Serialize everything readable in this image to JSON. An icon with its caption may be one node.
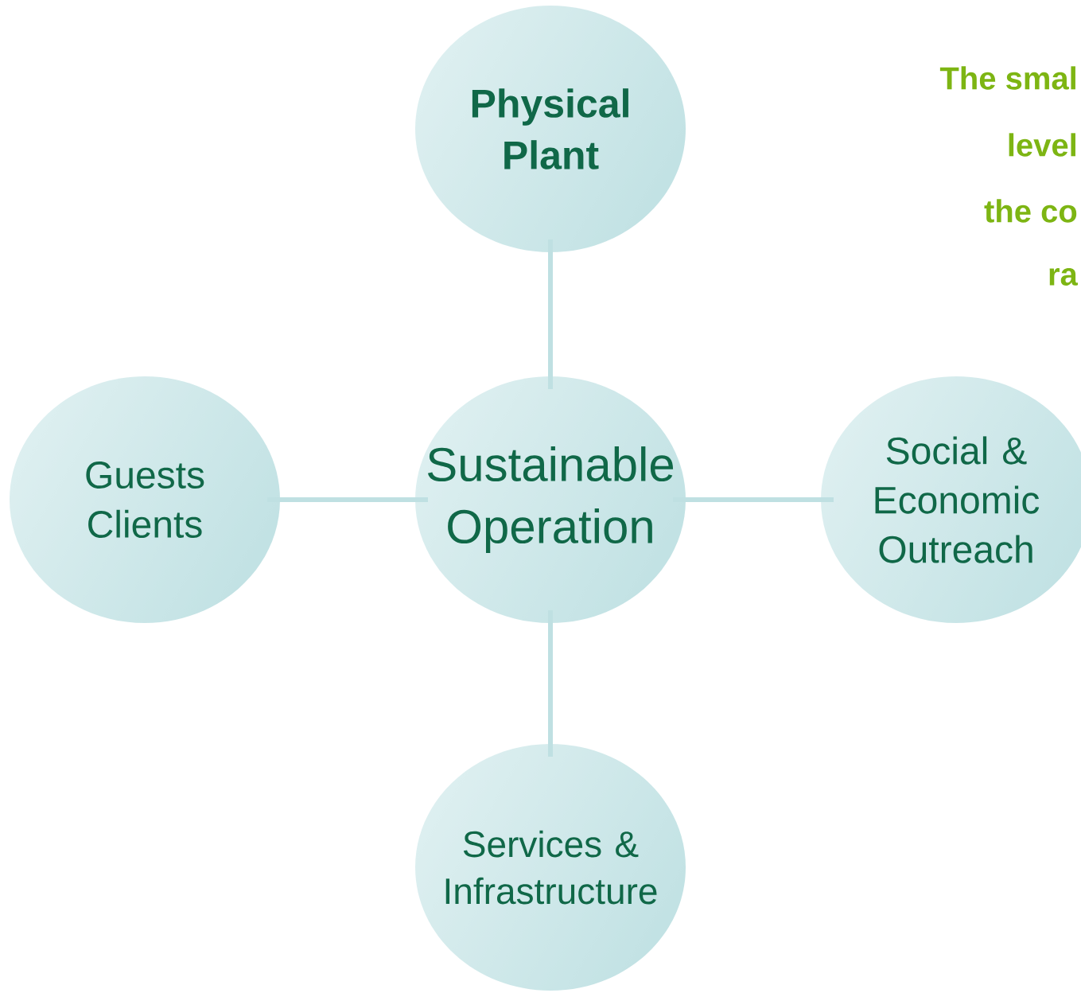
{
  "diagram": {
    "nodes": [
      {
        "text": [
          "Sustainable Operation"
        ]
      },
      {
        "text": [
          "Physical Plant"
        ]
      },
      {
        "text": [
          "Guests Clients"
        ]
      },
      {
        "text": [
          "Social & Economic Outreach"
        ]
      },
      {
        "text": [
          "Services & Infrastructure"
        ]
      }
    ],
    "edges": [
      {
        "from": 0,
        "to": 1,
        "arrow": "none"
      },
      {
        "from": 2,
        "to": 0,
        "arrow": "none"
      },
      {
        "from": 0,
        "to": 3,
        "arrow": "none"
      },
      {
        "from": 0,
        "to": 4,
        "arrow": "none"
      }
    ],
    "labels": [
      "The smal",
      "level",
      "the co",
      "ra"
    ]
  }
}
